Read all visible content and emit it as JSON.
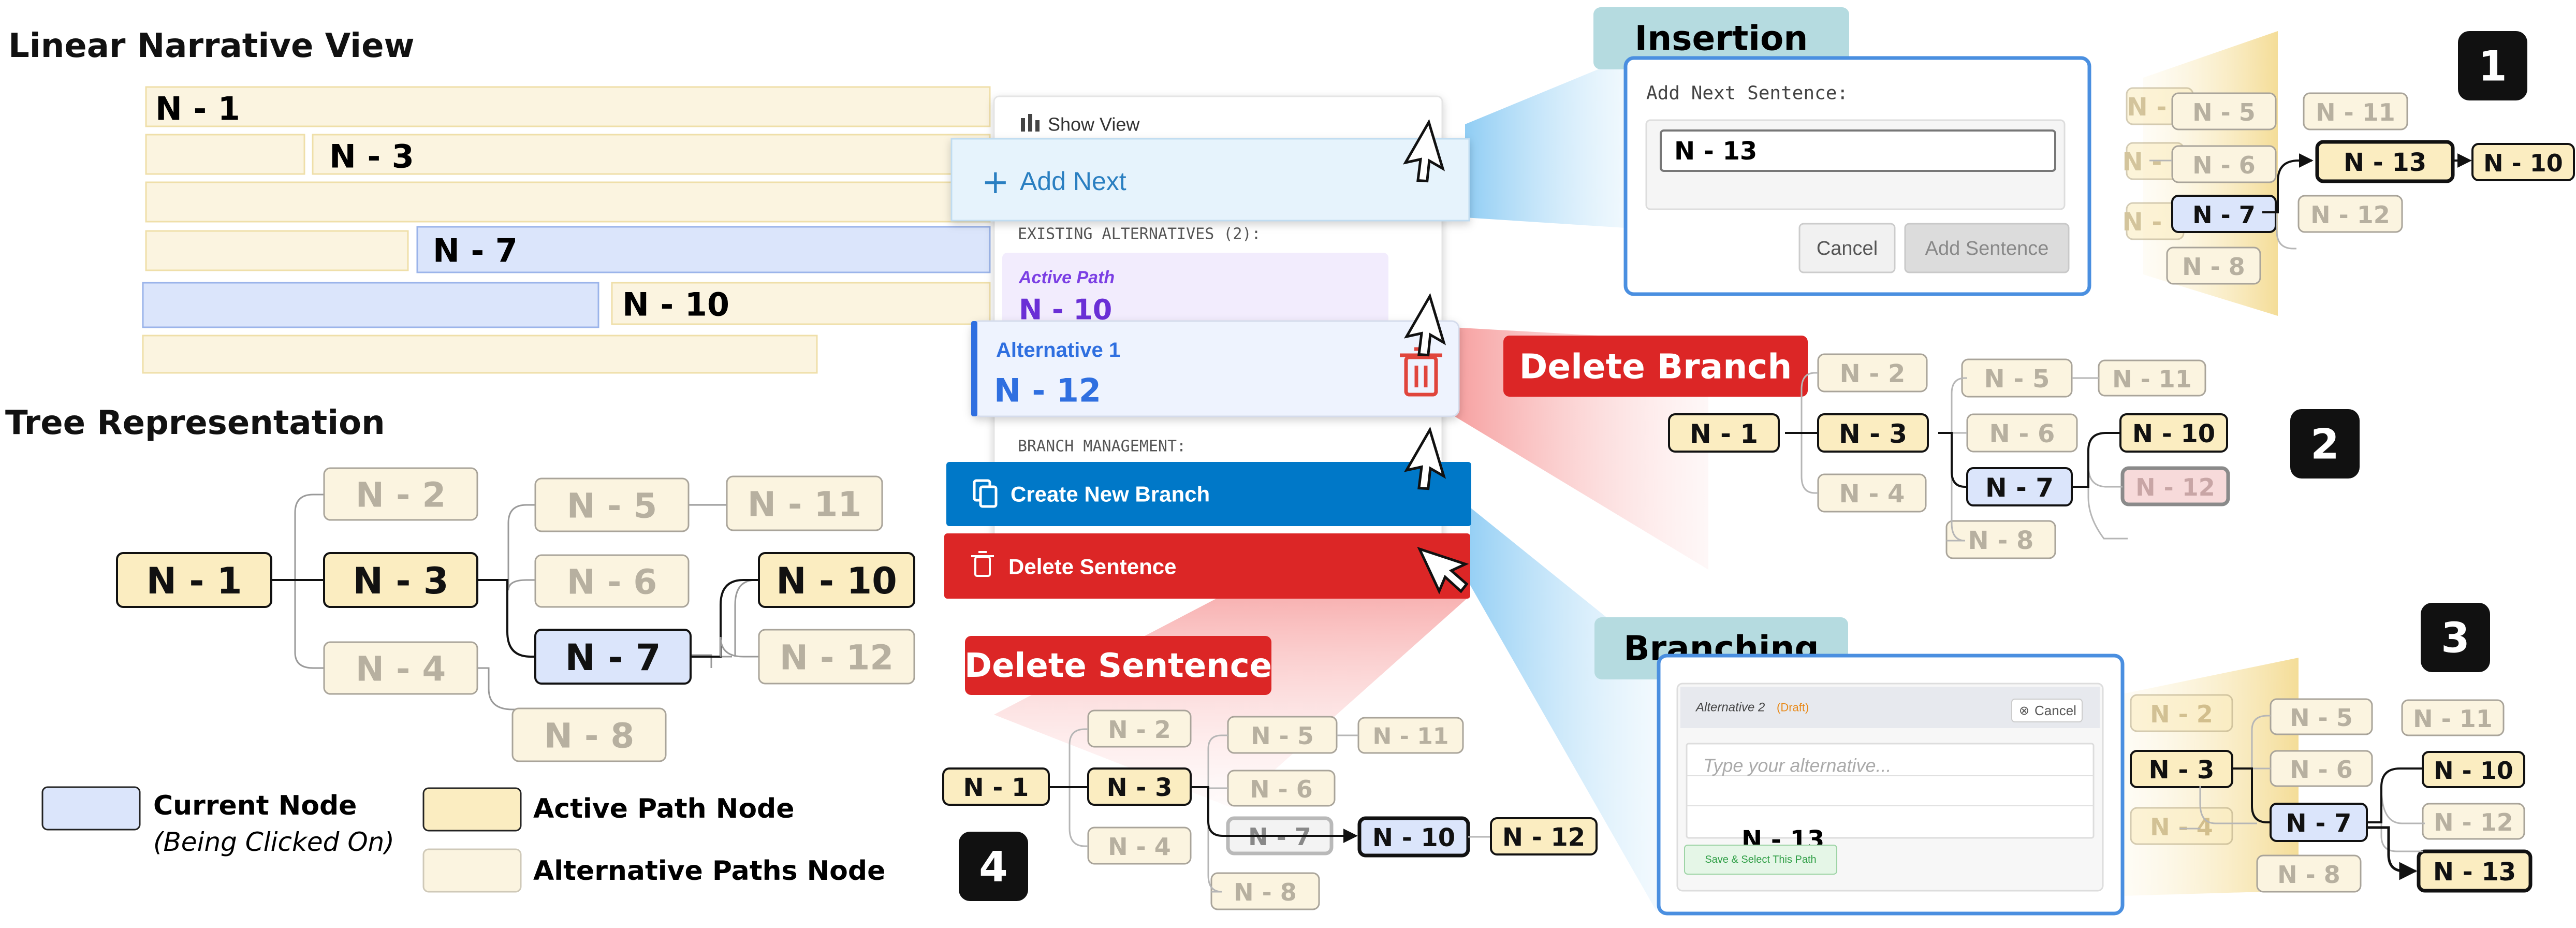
{
  "sections": {
    "linear_title": "Linear Narrative View",
    "tree_title": "Tree Representation"
  },
  "nodes": {
    "n1": "N - 1",
    "n2": "N - 2",
    "n3": "N - 3",
    "n4": "N - 4",
    "n5": "N - 5",
    "n6": "N - 6",
    "n7": "N - 7",
    "n8": "N - 8",
    "n10": "N - 10",
    "n11": "N - 11",
    "n12": "N - 12",
    "n13": "N - 13"
  },
  "legend": {
    "current": "Current Node",
    "current_sub": "(Being Clicked On)",
    "active": "Active Path Node",
    "alternative": "Alternative Paths Node"
  },
  "colors": {
    "current": "#dbe5fb",
    "active": "#fbedc1",
    "alternative": "#fbf4e0",
    "ui_blue": "#0078c8",
    "ui_red": "#dc2626",
    "badge_teal": "#b5dbe0"
  },
  "panel": {
    "show_view": "Show View",
    "add_next": "Add Next",
    "existing_alternatives": "EXISTING ALTERNATIVES (2):",
    "active_path": "Active Path",
    "active_value": "N - 10",
    "alternative_1": "Alternative 1",
    "alternative_1_value": "N - 12",
    "branch_management": "BRANCH MANAGEMENT:",
    "create_branch": "Create New Branch",
    "delete_sentence": "Delete Sentence"
  },
  "labels": {
    "insertion": "Insertion",
    "delete_branch": "Delete Branch",
    "delete_sentence": "Delete Sentence",
    "branching": "Branching"
  },
  "step_numbers": [
    "1",
    "2",
    "3",
    "4"
  ],
  "insertion_dialog": {
    "title": "Add Next Sentence:",
    "input_value": "N - 13",
    "cancel": "Cancel",
    "add": "Add Sentence"
  },
  "branching_dialog": {
    "alt_label": "Alternative 2",
    "draft": "(Draft)",
    "cancel": "Cancel",
    "placeholder": "Type your alternative...",
    "value": "N - 13",
    "save": "Save & Select This Path"
  }
}
